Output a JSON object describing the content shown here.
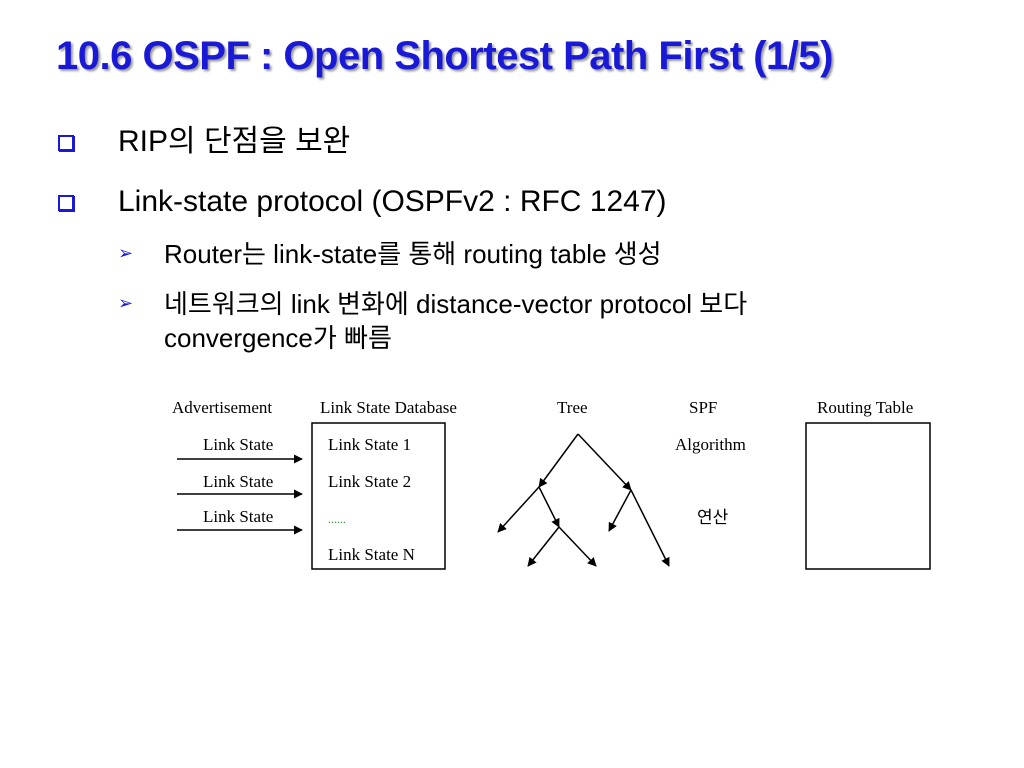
{
  "slide": {
    "title": "10.6 OSPF : Open Shortest Path First (1/5)"
  },
  "bullets": [
    {
      "text": "RIP의 단점을 보완"
    },
    {
      "text": "Link-state protocol (OSPFv2 : RFC 1247)"
    }
  ],
  "sub_bullets": [
    {
      "text": "Router는 link-state를 통해 routing table 생성"
    },
    {
      "line1": "네트워크의 link 변화에 distance-vector protocol 보다",
      "line2": "convergence가 빠름"
    }
  ],
  "diagram": {
    "headers": {
      "advertisement": "Advertisement",
      "database": "Link State Database",
      "tree": "Tree",
      "spf": "SPF",
      "routing_table": "Routing Table"
    },
    "advertisements": [
      "Link State",
      "Link State",
      "Link State"
    ],
    "database_entries": [
      "Link State 1",
      "Link State 2",
      "Link State N"
    ],
    "database_ellipsis": "......",
    "spf_label": "Algorithm",
    "spf_operation": "연산"
  }
}
